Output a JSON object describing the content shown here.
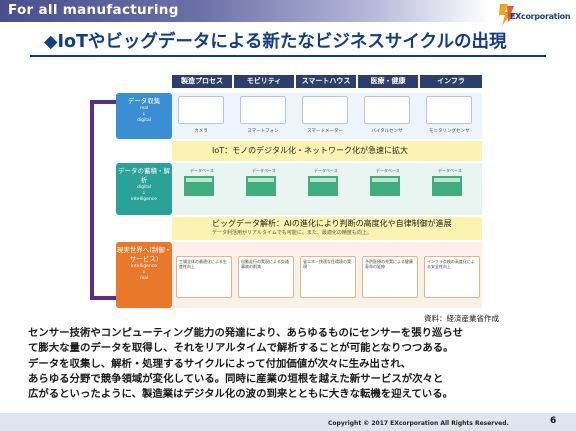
{
  "header": {
    "category": "For all manufacturing",
    "logo_text": "EXcorporation"
  },
  "slide": {
    "title": "◆IoTやビッグデータによる新たなビジネスサイクルの出現"
  },
  "figure": {
    "columns": [
      "製造プロセス",
      "モビリティ",
      "スマートハウス",
      "医療・健康",
      "インフラ"
    ],
    "stages": [
      {
        "title": "データ収集",
        "sub1": "real",
        "sub2": "↓",
        "sub3": "digital"
      },
      {
        "title": "データの蓄積・解析",
        "sub1": "digital",
        "sub2": "↓",
        "sub3": "intelligence"
      },
      {
        "title": "現実世界へ(制御・サービス)",
        "sub1": "intelligence",
        "sub2": "↓",
        "sub3": "real"
      }
    ],
    "row1_labels": [
      "カメラ",
      "スマートフォン",
      "スマートメーター",
      "バイタルセンサ",
      "モニタリングセンサ"
    ],
    "banner1": "IoT：モノのデジタル化・ネットワーク化が急速に拡大",
    "data_label": "データベース",
    "banner2_main": "ビッグデータ解析：AIの進化により判断の高度化や自律制御が進展",
    "banner2_sub": "データ利活用がリアルタイムでも可能に。また、最適化の精度も向上。",
    "services": [
      "工場全体の最適化による生産性向上",
      "自動走行の実現による交通事故の削減",
      "省エネ・快適な住環境の実現",
      "予防医療の充実による健康寿命の延伸",
      "インフラ点検の高度化による安全性向上"
    ],
    "source": "資料：経済産業省作成"
  },
  "body": {
    "lines": [
      "センサー技術やコンピューティング能力の発達により、あらゆるものにセンサーを張り巡らせ",
      "て膨大な量のデータを取得し、それをリアルタイムで解析することが可能となりつつある。",
      "データを収集し、解析・処理するサイクルによって付加価値が次々に生み出され、",
      "あらゆる分野で競争領域が変化している。同時に産業の垣根を越えた新サービスが次々と",
      "広がるといったように、製造業はデジタル化の波の到来とともに大きな転機を迎えている。"
    ]
  },
  "footer": {
    "copyright": "Copyright © 2017  EXcorporation All Rights Reserved.",
    "page": "6"
  },
  "colors": {
    "title": "#123e82",
    "header_band": "#4a4f8c",
    "stage_collect": "#3a8fd3",
    "stage_analyze": "#2aa29a",
    "stage_real": "#e9782a",
    "loop": "#5b2d8a"
  }
}
